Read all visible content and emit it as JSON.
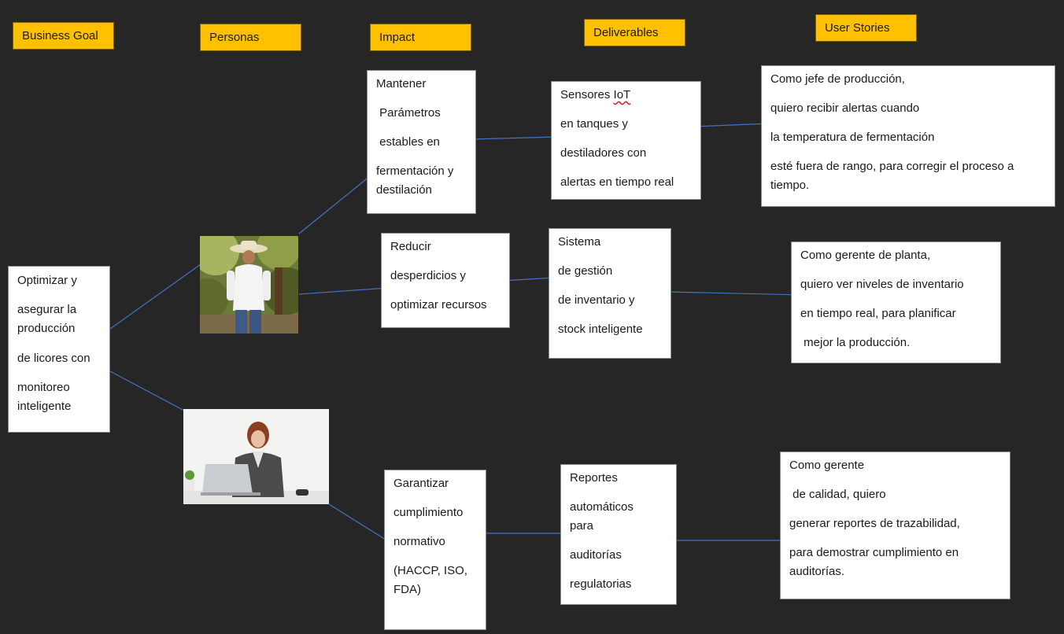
{
  "headers": {
    "business_goal": "Business Goal",
    "personas": "Personas",
    "impact": "Impact",
    "deliverables": "Deliverables",
    "user_stories": "User Stories"
  },
  "goal": {
    "lines": [
      "Optimizar y",
      "asegurar la",
      "producción",
      "de licores con",
      "monitoreo",
      "inteligente"
    ]
  },
  "impacts": [
    {
      "lines": [
        "Mantener",
        " Parámetros",
        " estables en",
        "fermentación y",
        "destilación"
      ]
    },
    {
      "lines": [
        "Reducir",
        "desperdicios y",
        "optimizar recursos"
      ]
    },
    {
      "lines": [
        "Garantizar",
        "cumplimiento",
        "normativo",
        "(HACCP, ISO,",
        "FDA)"
      ]
    }
  ],
  "deliverables": [
    {
      "lines": [
        "Sensores IoT",
        "en tanques y",
        "destiladores con",
        "alertas en tiempo real"
      ]
    },
    {
      "lines": [
        "Sistema",
        "de gestión",
        "de inventario y",
        "stock inteligente"
      ]
    },
    {
      "lines": [
        "Reportes",
        "automáticos",
        "para",
        "auditorías",
        "regulatorias"
      ]
    }
  ],
  "stories": [
    {
      "lines": [
        "Como jefe de producción,",
        "quiero recibir alertas cuando",
        "la temperatura de fermentación",
        "esté fuera de rango, para corregir el proceso a",
        "tiempo."
      ]
    },
    {
      "lines": [
        "Como gerente de planta,",
        "quiero ver niveles de inventario",
        "en tiempo real, para planificar",
        " mejor la producción."
      ]
    },
    {
      "lines": [
        "Como gerente",
        " de calidad, quiero",
        "generar reportes de trazabilidad,",
        "para demostrar cumplimiento en",
        "auditorías."
      ]
    }
  ],
  "colors": {
    "background": "#262626",
    "header_fill": "#ffc000",
    "connector": "#4472c4",
    "box_fill": "#ffffff"
  }
}
